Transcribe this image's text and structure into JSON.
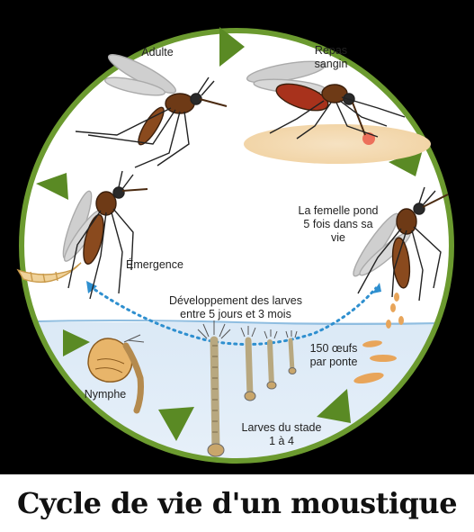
{
  "labels": {
    "adult": "Adulte",
    "blood_meal": "Repas\nsangin",
    "laying": "La femelle pond\n5 fois dans sa\nvie",
    "emergence": "Émergence",
    "development": "Développement  des larves\nentre 5 jours et 3 mois",
    "eggs": "150 œufs\npar ponte",
    "pupa": "Nymphe",
    "larvae": "Larves du stade\n1 à 4"
  },
  "caption": "Cycle de vie d'un moustique",
  "colors": {
    "ring": "#6b9a2f",
    "arrow": "#5a8a24",
    "water": "#cfe3f3",
    "water_line": "#8fbde0",
    "dotted_path": "#2e8fcf",
    "mosquito_body": "#8a4a1e",
    "egg": "#e8a55a",
    "skin": "#f4dcb4"
  },
  "icons": [
    "mosquito-adult-icon",
    "mosquito-feeding-icon",
    "mosquito-laying-icon",
    "mosquito-emerging-icon",
    "pupa-icon",
    "larva-icon",
    "egg-icon",
    "cycle-arrow-icon"
  ]
}
